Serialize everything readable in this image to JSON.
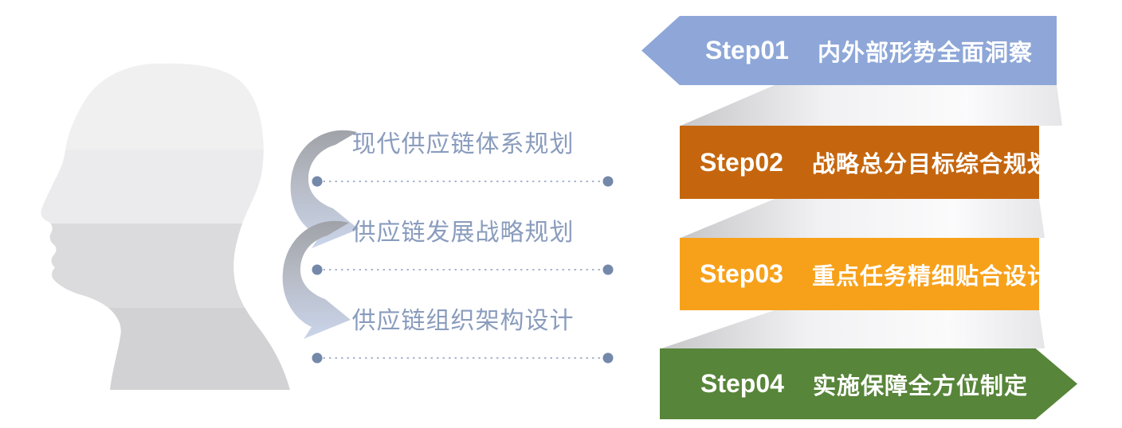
{
  "left_labels": [
    "现代供应链体系规划",
    "供应链发展战略规划",
    "供应链组织架构设计"
  ],
  "steps": [
    {
      "id": "Step01",
      "label": "内外部形势全面洞察",
      "color": "#8EA7D8",
      "shape": "arrow-left"
    },
    {
      "id": "Step02",
      "label": "战略总分目标综合规划",
      "color": "#C5660E",
      "shape": "rectangle"
    },
    {
      "id": "Step03",
      "label": "重点任务精细贴合设计",
      "color": "#F7A11B",
      "shape": "rectangle"
    },
    {
      "id": "Step04",
      "label": "实施保障全方位制定",
      "color": "#578539",
      "shape": "arrow-right"
    }
  ],
  "palette": {
    "plan_label_text": "#8A9CBD",
    "banner_text": "#FFFFFF",
    "dotted_line": "#A9B7CF",
    "end_dot": "#7488AA",
    "ribbon_gray": "#E6E6E9",
    "head_bands": [
      "#F0F0F1",
      "#EBEBED",
      "#DBDBDD",
      "#D2D2D4"
    ],
    "swoosh_top": "#9EA1A6",
    "swoosh_bottom": "#CBD6EC"
  },
  "icons": {
    "head": "head-profile-silhouette",
    "swoosh": "curved-swoosh-arrow",
    "connector": "dotted-line-with-end-dots"
  }
}
